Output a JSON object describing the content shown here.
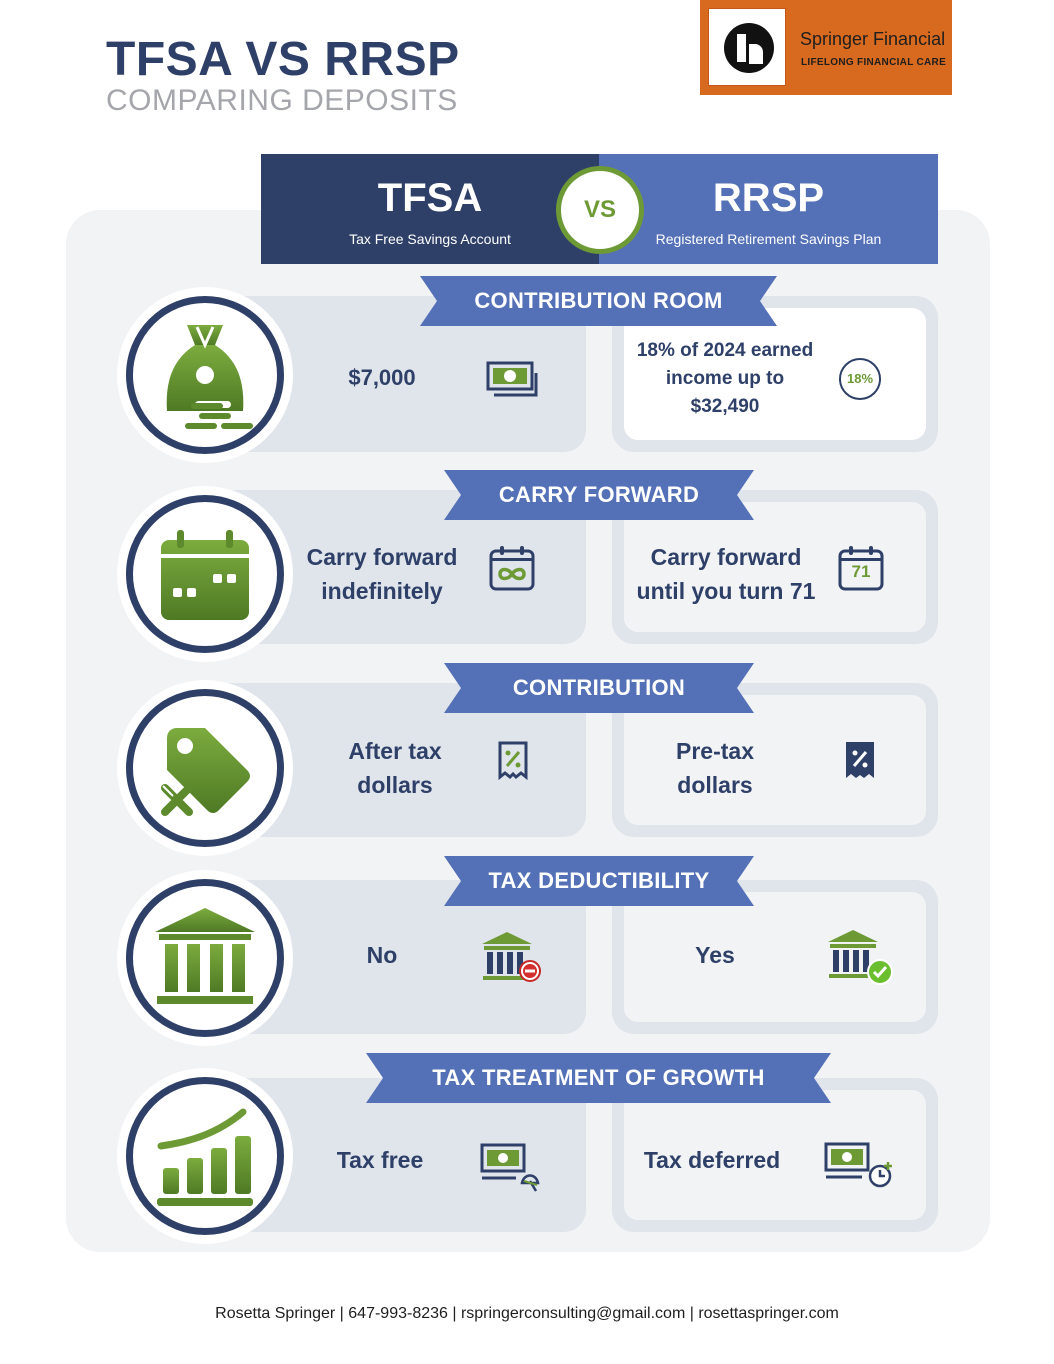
{
  "header": {
    "title": "TFSA VS RRSP",
    "subtitle": "COMPARING DEPOSITS"
  },
  "logo": {
    "name": "Springer Financial",
    "tagline": "LIFELONG FINANCIAL CARE"
  },
  "columns": {
    "left": {
      "title": "TFSA",
      "subtitle": "Tax Free Savings Account"
    },
    "vs": "VS",
    "right": {
      "title": "RRSP",
      "subtitle": "Registered Retirement Savings Plan"
    }
  },
  "rows": [
    {
      "banner": "CONTRIBUTION ROOM",
      "icon": "money-bag-icon",
      "tfsa": "$7,000",
      "tfsa_icon": "cash-stack-icon",
      "rrsp": "18% of 2024 earned income up to $32,490",
      "rrsp_icon": "percent-badge-icon",
      "rrsp_badge": "18%"
    },
    {
      "banner": "CARRY FORWARD",
      "icon": "calendar-icon",
      "tfsa": "Carry forward indefinitely",
      "tfsa_icon": "infinity-calendar-icon",
      "rrsp": "Carry forward until you turn 71",
      "rrsp_icon": "calendar-71-icon",
      "rrsp_badge": "71"
    },
    {
      "banner": "CONTRIBUTION",
      "icon": "tax-tag-icon",
      "tfsa": "After tax dollars",
      "tfsa_icon": "receipt-percent-outline-icon",
      "rrsp": "Pre-tax dollars",
      "rrsp_icon": "receipt-percent-filled-icon"
    },
    {
      "banner": "TAX DEDUCTIBILITY",
      "icon": "bank-icon",
      "tfsa": "No",
      "tfsa_icon": "bank-minus-icon",
      "rrsp": "Yes",
      "rrsp_icon": "bank-check-icon"
    },
    {
      "banner": "TAX TREATMENT OF GROWTH",
      "icon": "growth-chart-icon",
      "tfsa": "Tax free",
      "tfsa_icon": "cash-umbrella-icon",
      "rrsp": "Tax deferred",
      "rrsp_icon": "cash-clock-icon"
    }
  ],
  "colors": {
    "navy": "#2f4068",
    "blue": "#5470b6",
    "green": "#6e9a36",
    "orange": "#d86a1f",
    "panel": "#f2f3f5",
    "card": "#e0e5ec"
  },
  "footer": "Rosetta Springer | 647-993-8236 | rspringerconsulting@gmail.com | rosettaspringer.com"
}
